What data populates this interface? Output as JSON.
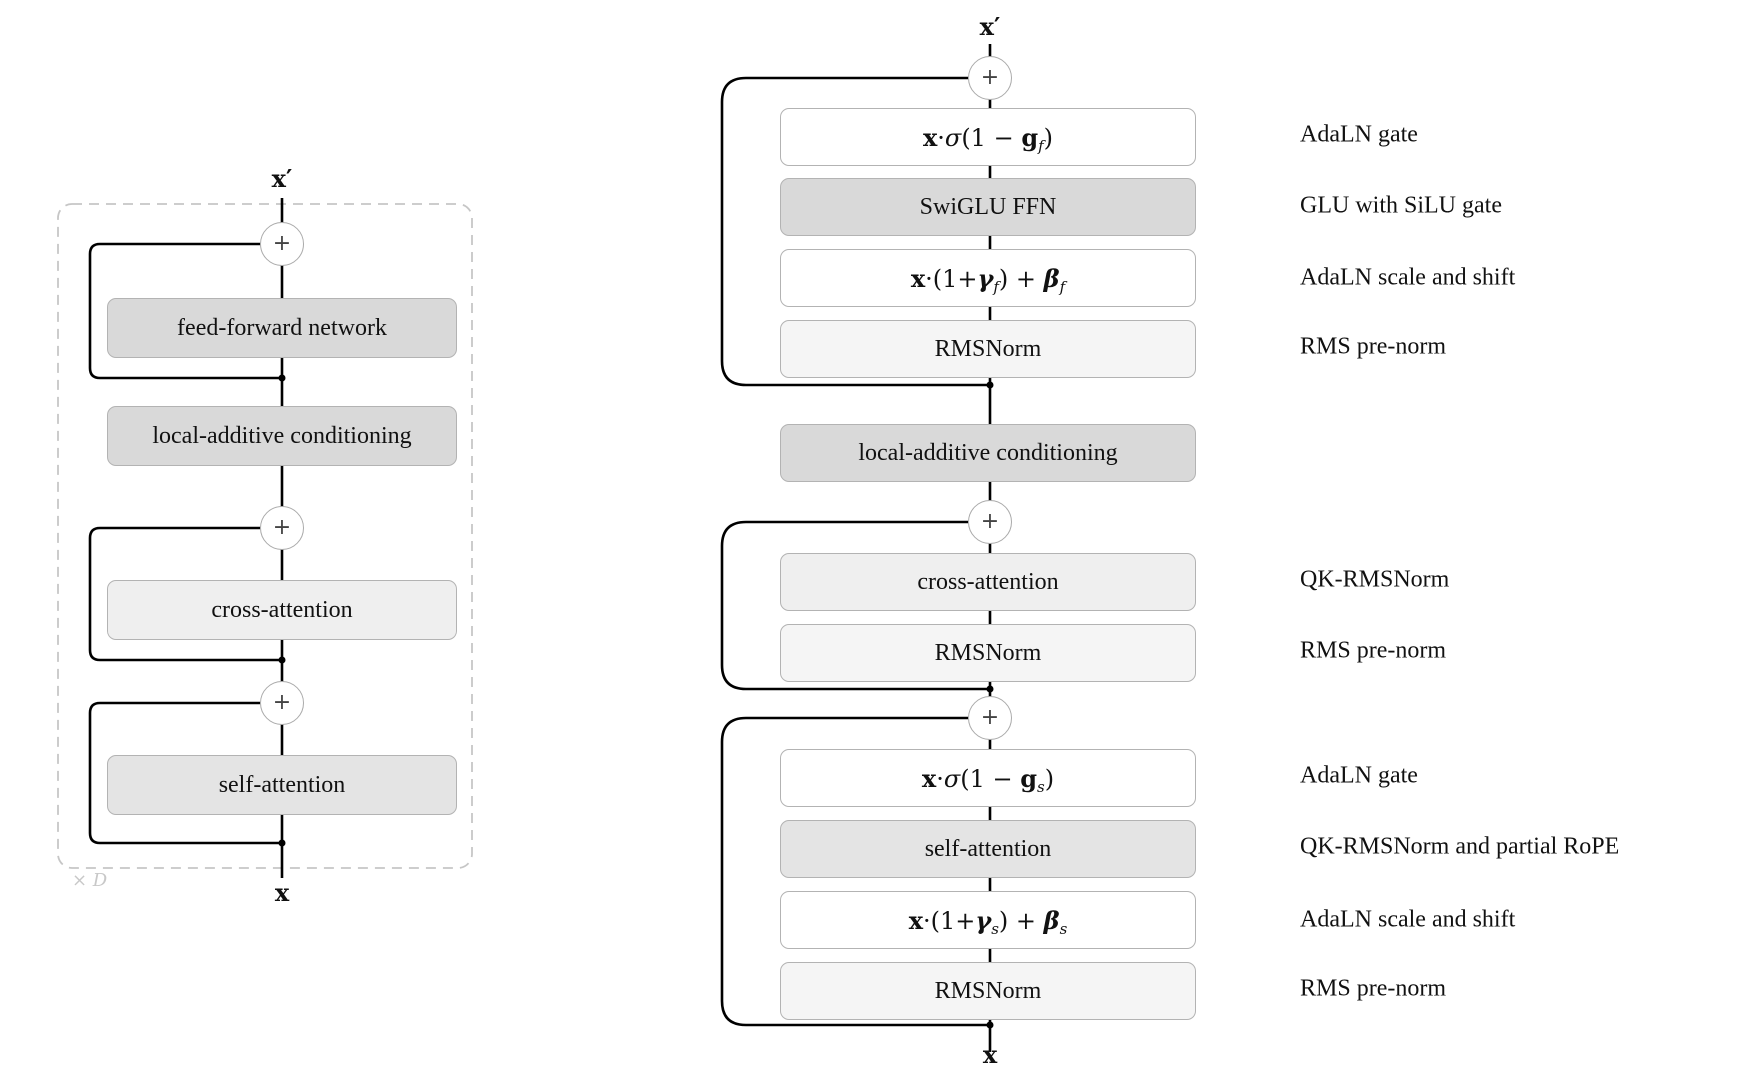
{
  "left_block": {
    "input": "x",
    "output": "x′",
    "repeat": "× D",
    "boxes": [
      "feed-forward network",
      "local-additive conditioning",
      "cross-attention",
      "self-attention"
    ],
    "plus": "+"
  },
  "right_block": {
    "input": "x",
    "output": "x′",
    "ffn_gate": "AdaLN gate",
    "ffn": "SwiGLU FFN",
    "ffn_ffn_note": "GLU with SiLU gate",
    "ffn_modulate": "AdaLN scale and shift",
    "ffn_norm": "RMSNorm",
    "ffn_norm_note": "RMS pre-norm",
    "conditioning": "local-additive conditioning",
    "cross_attn": "cross-attention",
    "cross_attn_note": "QK-RMSNorm",
    "cross_norm": "RMSNorm",
    "cross_norm_note": "RMS pre-norm",
    "sa_gate_note": "AdaLN gate",
    "self_attn": "self-attention",
    "self_attn_note": "QK-RMSNorm and partial RoPE",
    "sa_modulate_note": "AdaLN scale and shift",
    "sa_norm": "RMSNorm",
    "sa_norm_note": "RMS pre-norm",
    "plus": "+"
  }
}
